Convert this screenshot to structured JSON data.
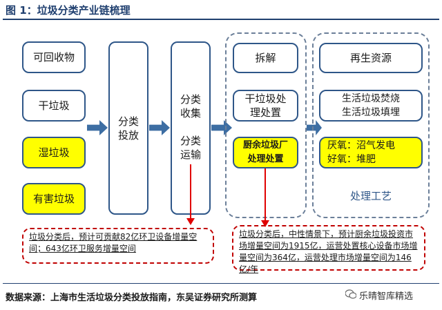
{
  "header": {
    "title": "图 1：垃圾分类产业链梳理"
  },
  "sources": [
    "可回收物",
    "干垃圾",
    "湿垃圾",
    "有害垃圾"
  ],
  "stage_collect_lines": [
    "分类",
    "投放"
  ],
  "stage_transport_top": [
    "分类",
    "收集"
  ],
  "stage_transport_bottom": [
    "分类",
    "运输"
  ],
  "middle_group": {
    "items": [
      {
        "lines": [
          "拆解"
        ]
      },
      {
        "lines": [
          "干垃圾处",
          "理处置"
        ]
      },
      {
        "lines": [
          "厨余垃圾厂",
          "处理处置"
        ]
      }
    ]
  },
  "right_group": {
    "items": [
      {
        "lines": [
          "再生资源"
        ]
      },
      {
        "lines": [
          "生活垃圾焚烧",
          "生活垃圾填埋"
        ]
      },
      {
        "lines": [
          "厌氧：沼气发电",
          "好氧：堆肥"
        ]
      }
    ],
    "label": "处理工艺"
  },
  "notes": {
    "left": "垃圾分类后，预计可贡献82亿环卫设备增量空间；643亿环卫服务增量空间",
    "right": "垃圾分类后，中性情景下，预计厨余垃圾投资市场增量空间为1915亿，运营处置核心设备市场增量空间为364亿，运营处理市场增量空间为146亿/年"
  },
  "footer": {
    "source": "数据来源：上海市生活垃圾分类投放指南，东吴证券研究所测算",
    "watermark": "乐晴智库精选"
  },
  "colors": {
    "border": "#2e5688",
    "arrow": "#3d6ea3",
    "highlight": "#ffff00",
    "note_border": "#c00000"
  }
}
